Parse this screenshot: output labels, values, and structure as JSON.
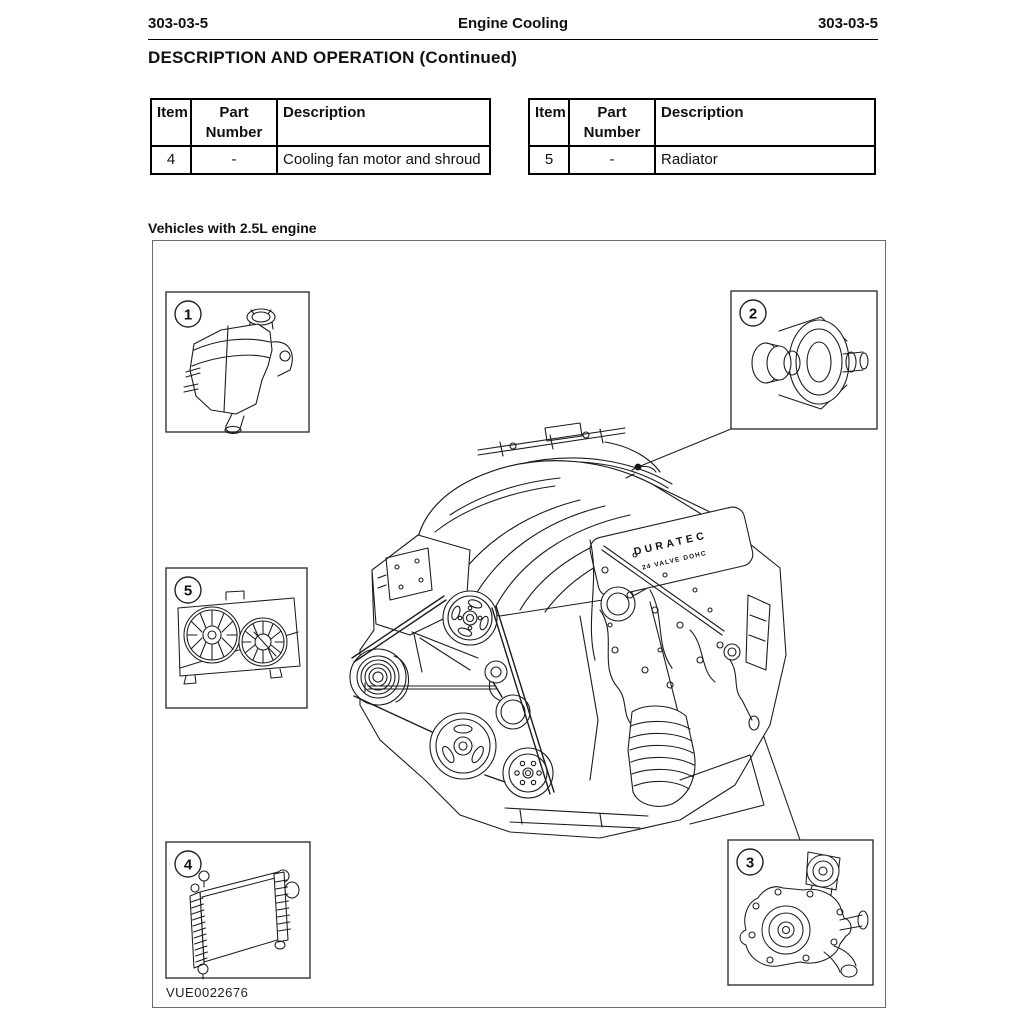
{
  "header": {
    "left_code": "303-03-5",
    "title": "Engine Cooling",
    "right_code": "303-03-5"
  },
  "section_heading": "DESCRIPTION AND OPERATION (Continued)",
  "tables": [
    {
      "headers": {
        "item": "Item",
        "part_number": "Part Number",
        "description": "Description"
      },
      "rows": [
        {
          "item": "4",
          "part_number": "-",
          "description": "Cooling fan motor and shroud"
        }
      ]
    },
    {
      "headers": {
        "item": "Item",
        "part_number": "Part Number",
        "description": "Description"
      },
      "rows": [
        {
          "item": "5",
          "part_number": "-",
          "description": "Radiator"
        }
      ]
    }
  ],
  "figure": {
    "caption": "Vehicles with 2.5L engine",
    "figure_id": "VUE0022676",
    "engine_badge": {
      "line1": "DURATEC",
      "line2": "24 VALVE DOHC"
    },
    "callouts": [
      {
        "number": "1",
        "drawing": "coolant-expansion-tank"
      },
      {
        "number": "2",
        "drawing": "thermostat"
      },
      {
        "number": "3",
        "drawing": "water-pump"
      },
      {
        "number": "4",
        "drawing": "radiator"
      },
      {
        "number": "5",
        "drawing": "cooling-fan-motor-and-shroud"
      }
    ]
  }
}
